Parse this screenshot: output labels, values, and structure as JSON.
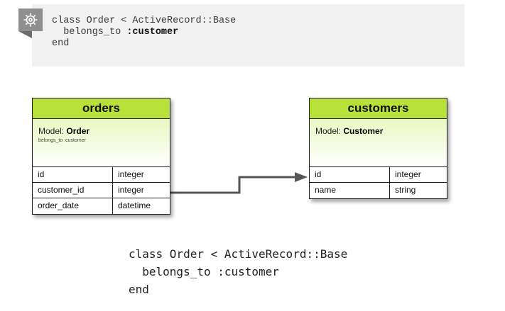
{
  "code_panel": {
    "icon": "gear-icon",
    "line1": "class Order < ActiveRecord::Base",
    "line2_prefix": "belongs_to ",
    "line2_symbol": ":customer",
    "line3": "end"
  },
  "tables": {
    "orders": {
      "title": "orders",
      "model_label": "Model: ",
      "model_name": "Order",
      "note": "belongs_to :customer",
      "rows": [
        {
          "name": "id",
          "type": "integer"
        },
        {
          "name": "customer_id",
          "type": "integer"
        },
        {
          "name": "order_date",
          "type": "datetime"
        }
      ]
    },
    "customers": {
      "title": "customers",
      "model_label": "Model: ",
      "model_name": "Customer",
      "rows": [
        {
          "name": "id",
          "type": "integer"
        },
        {
          "name": "name",
          "type": "string"
        }
      ]
    }
  },
  "colors": {
    "header": "#b8e23a",
    "connector": "#555555"
  },
  "bottom_code": {
    "line1": "class Order < ActiveRecord::Base",
    "line2": "belongs_to :customer",
    "line3": "end"
  }
}
